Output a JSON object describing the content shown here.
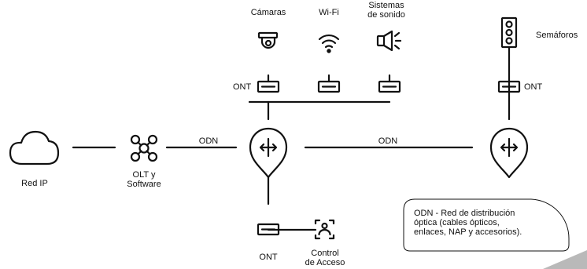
{
  "devices": {
    "cameras_label": "Cámaras",
    "wifi_label": "Wi-Fi",
    "sound_label": "Sistemas\nde sonido",
    "traffic_lights_label": "Semáforos",
    "access_control_label": "Control\nde Acceso"
  },
  "network": {
    "ont_label": "ONT",
    "odn_label": "ODN",
    "red_ip_label": "Red IP",
    "olt_label": "OLT y\nSoftware"
  },
  "legend": {
    "text": "ODN - Red de distribución\nóptica (cables ópticos,\nenlaces, NAP y accesorios)."
  },
  "colors": {
    "line": "#111111",
    "background": "#ffffff"
  }
}
